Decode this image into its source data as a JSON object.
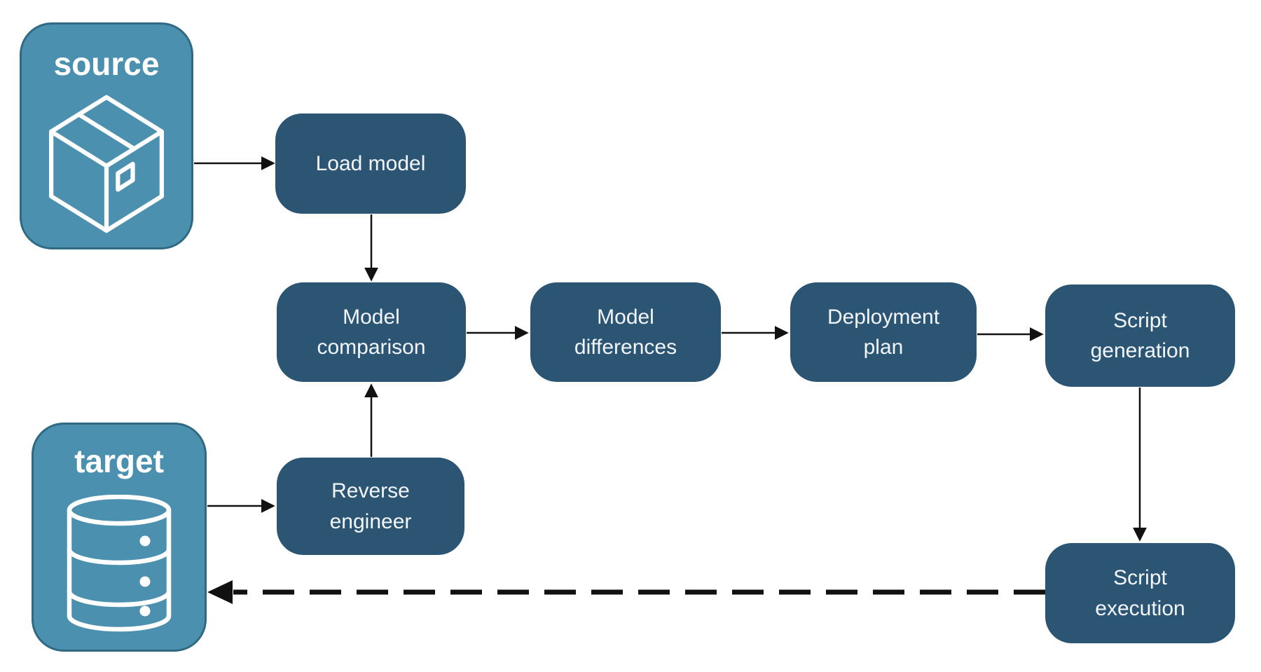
{
  "diagram": {
    "endpoints": {
      "source": {
        "label": "source",
        "icon": "package-icon"
      },
      "target": {
        "label": "target",
        "icon": "database-icon"
      }
    },
    "nodes": {
      "load_model": {
        "label": "Load model"
      },
      "model_comparison": {
        "label": "Model\ncomparison"
      },
      "model_differences": {
        "label": "Model\ndifferences"
      },
      "deployment_plan": {
        "label": "Deployment\nplan"
      },
      "script_generation": {
        "label": "Script\ngeneration"
      },
      "reverse_engineer": {
        "label": "Reverse\nengineer"
      },
      "script_execution": {
        "label": "Script\nexecution"
      }
    },
    "edges": [
      {
        "from": "source",
        "to": "load_model",
        "style": "solid"
      },
      {
        "from": "load_model",
        "to": "model_comparison",
        "style": "solid"
      },
      {
        "from": "target",
        "to": "reverse_engineer",
        "style": "solid"
      },
      {
        "from": "reverse_engineer",
        "to": "model_comparison",
        "style": "solid"
      },
      {
        "from": "model_comparison",
        "to": "model_differences",
        "style": "solid"
      },
      {
        "from": "model_differences",
        "to": "deployment_plan",
        "style": "solid"
      },
      {
        "from": "deployment_plan",
        "to": "script_generation",
        "style": "solid"
      },
      {
        "from": "script_generation",
        "to": "script_execution",
        "style": "solid"
      },
      {
        "from": "script_execution",
        "to": "target",
        "style": "dashed"
      }
    ],
    "colors": {
      "background": "#ffffff",
      "node_fill": "#2C5574",
      "node_text": "#F2F6FA",
      "endpoint_fill": "#4B90AE",
      "endpoint_border": "#2F6982",
      "endpoint_text": "#ffffff",
      "arrow": "#111111"
    }
  }
}
